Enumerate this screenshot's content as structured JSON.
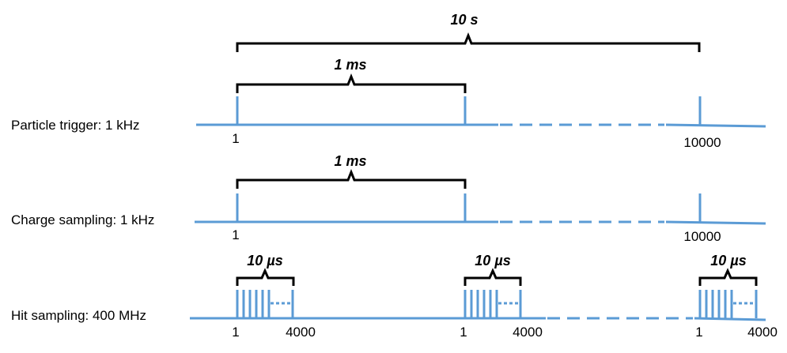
{
  "brace_10s": {
    "label": "10 s"
  },
  "row1": {
    "label": "Particle trigger: 1 kHz",
    "brace_label": "1 ms",
    "start_label": "1",
    "end_label": "10000"
  },
  "row2": {
    "label": "Charge sampling: 1 kHz",
    "brace_label": "1 ms",
    "start_label": "1",
    "end_label": "10000"
  },
  "row3": {
    "label": "Hit sampling: 400 MHz",
    "groups": [
      {
        "brace_label": "10 µs",
        "start_label": "1",
        "end_label": "4000"
      },
      {
        "brace_label": "10 µs",
        "start_label": "1",
        "end_label": "4000"
      },
      {
        "brace_label": "10 µs",
        "start_label": "1",
        "end_label": "4000"
      }
    ]
  },
  "colors": {
    "signal": "#5b9bd5",
    "brace": "#000000"
  }
}
